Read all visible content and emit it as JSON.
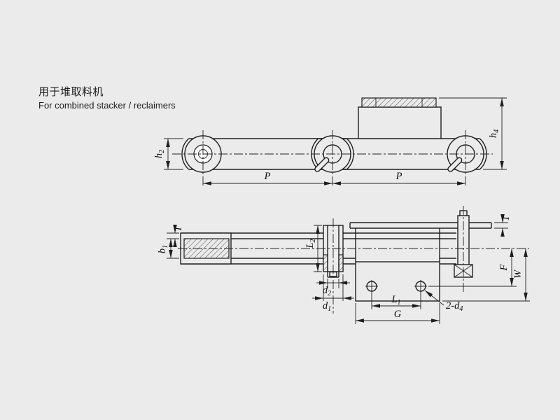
{
  "page": {
    "background": "#ebebeb",
    "line_color": "#1f1f1f"
  },
  "header": {
    "title_zh": "用于堆取料机",
    "title_en": "For combined stacker / reclaimers"
  },
  "views": {
    "side_view": {
      "name": "side-elevation",
      "dimension_labels": [
        "h2",
        "P",
        "P",
        "h4"
      ]
    },
    "plan_view": {
      "name": "plan-section",
      "dimension_labels": [
        "T",
        "b1",
        "L2",
        "d2",
        "d1",
        "L1",
        "G",
        "2-d4",
        "F",
        "W",
        "T"
      ]
    }
  },
  "labels": {
    "h2": {
      "base": "h",
      "sub": "2"
    },
    "h4": {
      "base": "h",
      "sub": "4"
    },
    "P": "P",
    "T": "T",
    "b1": {
      "base": "b",
      "sub": "1"
    },
    "L2": {
      "base": "L",
      "sub": "2"
    },
    "d2": {
      "base": "d",
      "sub": "2"
    },
    "d1": {
      "base": "d",
      "sub": "1"
    },
    "L1": {
      "base": "L",
      "sub": "1"
    },
    "G": "G",
    "F": "F",
    "W": "W",
    "d4_callout": {
      "base": "2-d",
      "sub": "4"
    }
  }
}
